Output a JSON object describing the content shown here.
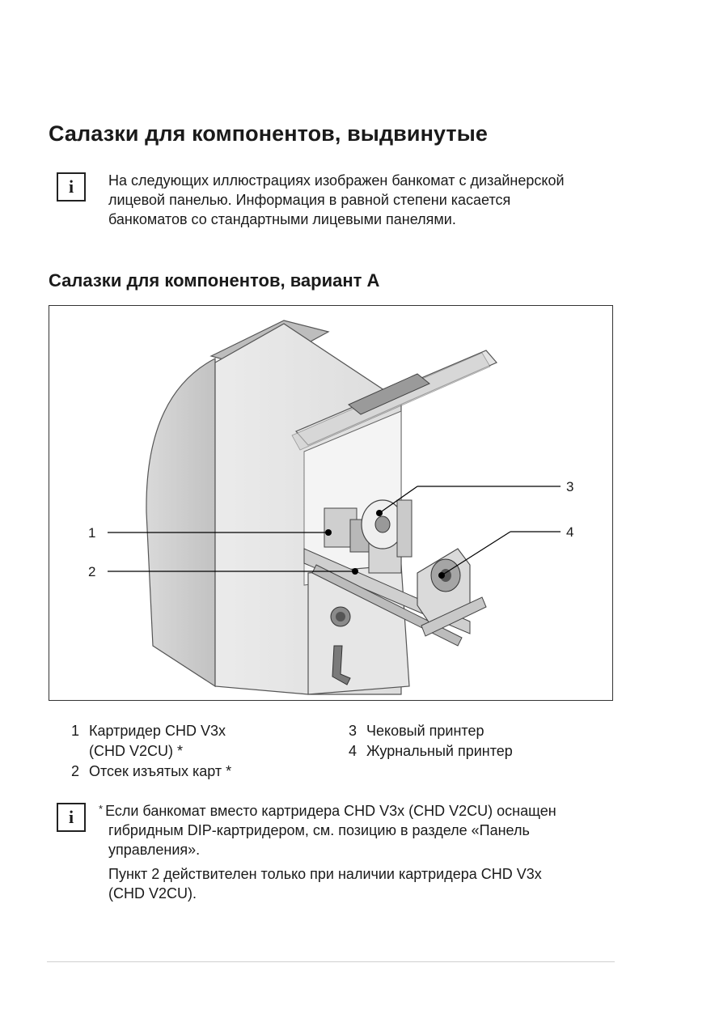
{
  "title": "Салазки для компонентов, выдвинутые",
  "note1": {
    "icon": "i",
    "lines": [
      "На следующих иллюстрациях изображен банкомат с дизайнерской",
      "лицевой панелью. Информация в равной степени касается",
      "банкоматов со стандартными лицевыми панелями."
    ]
  },
  "subtitle": "Салазки для компонентов, вариант А",
  "figure": {
    "callouts": [
      "1",
      "2",
      "3",
      "4"
    ]
  },
  "legend": {
    "left": [
      {
        "num": "1",
        "line1": "Картридер CHD V3x",
        "line2": "(CHD V2CU) *"
      },
      {
        "num": "2",
        "line1": "Отсек изъятых карт *",
        "line2": ""
      }
    ],
    "right": [
      {
        "num": "3",
        "line1": "Чековый принтер"
      },
      {
        "num": "4",
        "line1": "Журнальный принтер"
      }
    ]
  },
  "note2": {
    "icon": "i",
    "star": "*",
    "lines": [
      "Если банкомат вместо картридера CHD V3x (CHD V2CU) оснащен",
      "гибридным DIP-картридером, см. позицию в разделе «Панель",
      "управления»."
    ],
    "para2_lines": [
      "Пункт 2 действителен только при наличии картридера CHD V3x",
      "(CHD V2CU)."
    ]
  }
}
